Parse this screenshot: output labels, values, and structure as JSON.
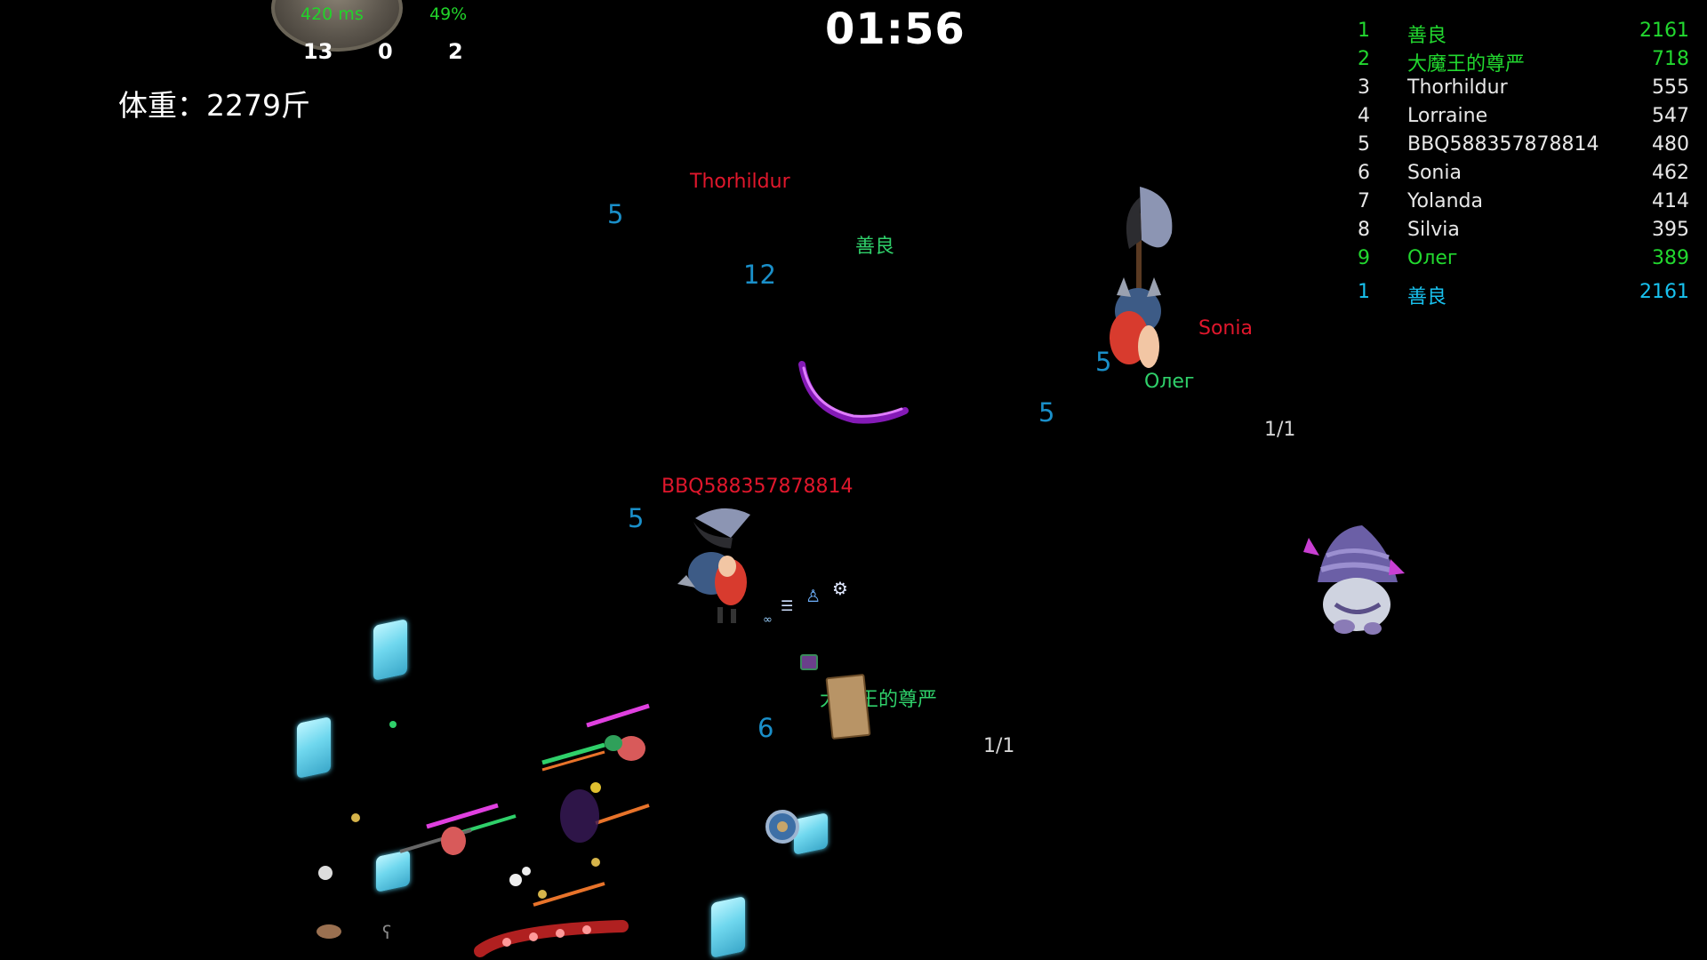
{
  "hud": {
    "ping": "420 ms",
    "fps": "49%",
    "kills": "13",
    "deaths": "0",
    "assists": "2",
    "weight": "体重：2279斤",
    "timer": "01:56"
  },
  "leaderboard": {
    "rows": [
      {
        "rank": "1",
        "name": "善良",
        "score": "2161",
        "color": "#22d82f"
      },
      {
        "rank": "2",
        "name": "大魔王的尊严",
        "score": "718",
        "color": "#22d82f"
      },
      {
        "rank": "3",
        "name": "Thorhildur",
        "score": "555",
        "color": "#e8e8e8"
      },
      {
        "rank": "4",
        "name": "Lorraine",
        "score": "547",
        "color": "#e8e8e8"
      },
      {
        "rank": "5",
        "name": "BBQ588357878814",
        "score": "480",
        "color": "#e8e8e8"
      },
      {
        "rank": "6",
        "name": "Sonia",
        "score": "462",
        "color": "#e8e8e8"
      },
      {
        "rank": "7",
        "name": "Yolanda",
        "score": "414",
        "color": "#e8e8e8"
      },
      {
        "rank": "8",
        "name": "Silvia",
        "score": "395",
        "color": "#e8e8e8"
      },
      {
        "rank": "9",
        "name": "Олег",
        "score": "389",
        "color": "#22d82f"
      }
    ],
    "self": {
      "rank": "1",
      "name": "善良",
      "score": "2161",
      "color": "#18c1ee"
    }
  },
  "world": {
    "players": [
      {
        "name": "Thorhildur",
        "team": "enemy"
      },
      {
        "name": "善良",
        "team": "ally"
      },
      {
        "name": "Sonia",
        "team": "enemy"
      },
      {
        "name": "Олег",
        "team": "ally"
      },
      {
        "name": "BBQ588357878814",
        "team": "enemy"
      },
      {
        "name": "大魔王的尊严",
        "team": "ally"
      }
    ],
    "damage_numbers": [
      "5",
      "12",
      "5",
      "5",
      "5",
      "6"
    ],
    "fractions": [
      "1/1",
      "1/1"
    ]
  },
  "icons": [
    "avatar-icon",
    "axe-icon",
    "viking-warrior-icon",
    "wizard-hat-ghost-icon",
    "crystal-icon",
    "list-icon",
    "user-icon",
    "gear-icon",
    "scroll-icon",
    "shield-icon"
  ],
  "colors": {
    "enemy": "#e0172c",
    "ally": "#2fd06a",
    "damage": "#1a8fc9",
    "highlight": "#18c1ee"
  }
}
